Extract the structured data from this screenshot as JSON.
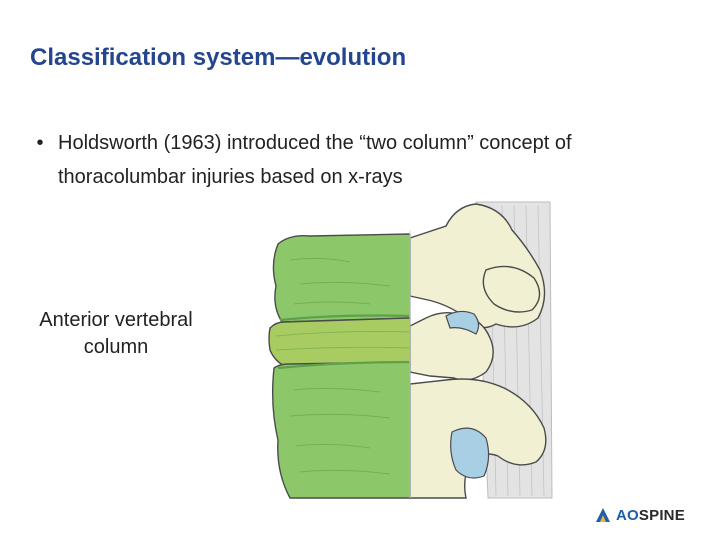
{
  "slide": {
    "title": "Classification system—evolution",
    "bullets": [
      {
        "marker": "•",
        "text": "Holdsworth (1963) introduced the “two column” concept of thoracolumbar injuries based on x-rays"
      }
    ],
    "annotation_label": "Anterior vertebral column"
  },
  "illustration": {
    "subject": "lateral-view-thoracolumbar-vertebrae",
    "highlighted_region": "anterior-vertebral-column",
    "colors": {
      "anterior_column": "#8cc86a",
      "anterior_column_dark": "#5ea14a",
      "disc": "#a9cc62",
      "posterior_bone": "#f1f0d3",
      "bone_outline": "#4b4b4b",
      "facet_cartilage": "#a8cfe3",
      "ligament": "#e3e3e3",
      "title_color": "#24468f"
    }
  },
  "logo": {
    "icon": "aospine-logo-icon",
    "prefix": "AO",
    "suffix": "SPINE"
  }
}
